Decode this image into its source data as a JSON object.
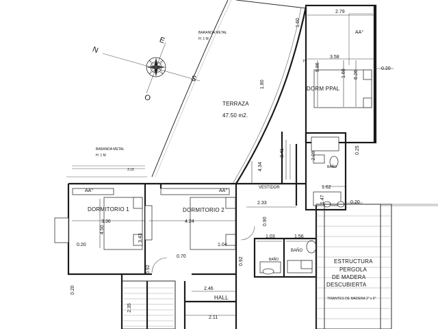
{
  "rooms": {
    "terrace_name": "TERRAZA",
    "terrace_area": "47.50 m2.",
    "master_bedroom": "DORM PPAL",
    "bedroom1": "DORMITORIO 1",
    "bedroom2": "DORMITORIO 2",
    "dressing": "VESTIDOR",
    "bath_master": "BAÑO",
    "bath2": "BAÑO",
    "bath3": "BAÑO",
    "hall": "HALL"
  },
  "notes": {
    "railing_top": "BARANDA METAL",
    "railing_top_h": "H: 1 M",
    "railing_left": "BARANDA METAL",
    "railing_left_h": "H: 1 M",
    "pergola_1": "ESTRUCTURA",
    "pergola_2": "PERGOLA",
    "pergola_3": "DE MADERA",
    "pergola_4": "DESCUBIERTA",
    "beams": "TIRANTES DE MADERA 2\" x 6\"",
    "tv": "TV",
    "aa_master": "AA°",
    "aa_bed1": "AA°",
    "aa_bed2": "AA°"
  },
  "compass": {
    "n": "N",
    "e": "E",
    "o": "O",
    "s": "S"
  },
  "dimensions": {
    "d279": "2.79",
    "d160a": "1.60",
    "d358": "3.58",
    "d586": "5.86",
    "d160b": "1.60",
    "d626": "6.26",
    "d020a": "0.20",
    "d180": "1.80",
    "d241": "2.41",
    "d208": "2.08",
    "d025": "0.25",
    "d434": "4.34",
    "d162": "1.62",
    "d147": "1.47",
    "d020b": "0.20",
    "d233": "2.33",
    "d090": "0.90",
    "d103": "1.03",
    "d156": "1.56",
    "d336": "3.36",
    "d424": "4.24",
    "d450": "4.50",
    "d343": "3.43",
    "d020c": "0.20",
    "d104": "1.04",
    "d070": "0.70",
    "d092a": "0.92",
    "d092b": "0.92",
    "d246": "2.46",
    "d020d": "0.20",
    "d211": "2.11",
    "d235": "2.35",
    "d315": "3.15"
  }
}
